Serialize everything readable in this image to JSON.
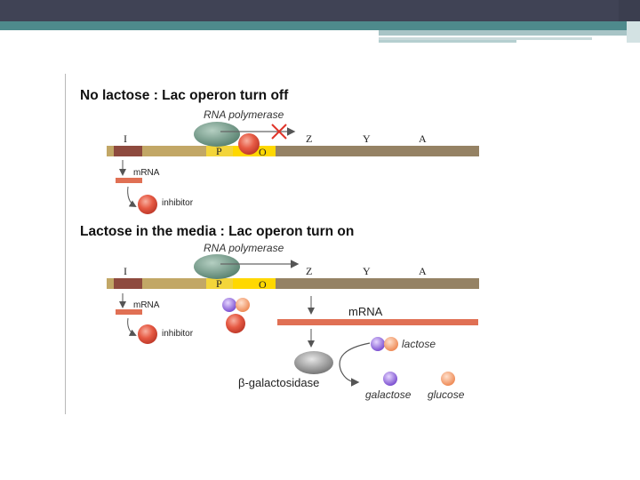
{
  "slide": {
    "header_colors": {
      "bar": "#404355",
      "accent": "#4e8a8c"
    }
  },
  "panel_off": {
    "heading": "No lactose : Lac operon turn off",
    "polymerase_label": "RNA polymerase",
    "genes": {
      "i": "I",
      "p": "P",
      "o": "O",
      "z": "Z",
      "y": "Y",
      "a": "A"
    },
    "mrna_label": "mRNA",
    "inhibitor_label": "inhibitor"
  },
  "panel_on": {
    "heading": "Lactose in the media : Lac operon turn on",
    "polymerase_label": "RNA polymerase",
    "genes": {
      "i": "I",
      "p": "P",
      "o": "O",
      "z": "Z",
      "y": "Y",
      "a": "A"
    },
    "mrna_small_label": "mRNA",
    "inhibitor_label": "inhibitor",
    "mrna_large_label": "mRNA",
    "enzyme_label": "β-galactosidase",
    "lactose_label": "lactose",
    "galactose_label": "galactose",
    "glucose_label": "glucose"
  },
  "colors": {
    "dna_left": "#c2a766",
    "dna_right": "#958264",
    "i_gene": "#8e4a3e",
    "promoter": "#f3d53b",
    "operator": "#ffd800",
    "mrna": "#e07054",
    "inhibitor": "#e2493a",
    "polymerase": "#5f8a76",
    "galactose": "#9a6fd6",
    "glucose": "#f0a070",
    "enzyme": "#8c8c8c",
    "block_x": "#e0342a"
  }
}
